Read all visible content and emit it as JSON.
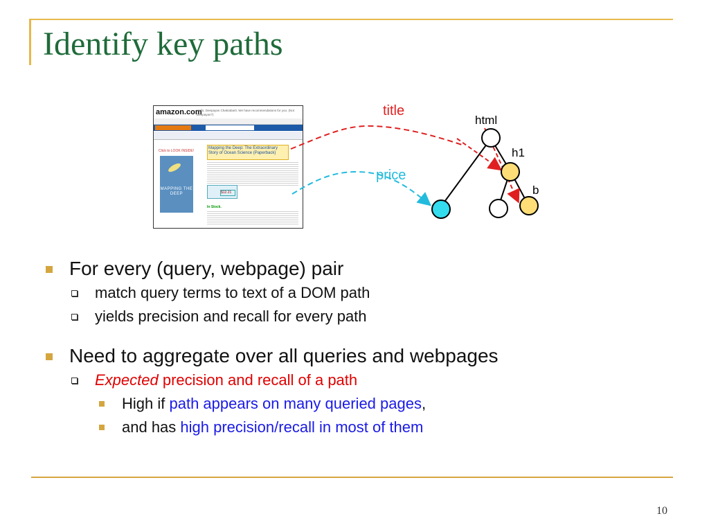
{
  "slide": {
    "title": "Identify key paths",
    "page_number": "10"
  },
  "thumbnail": {
    "logo": "amazon.com",
    "header_text": "Hello, Deepayan Chakrabarti. We have recommendations for you. (Not Deepayan?)",
    "book_title": "Mapping the Deep: The Extraordinary Story of Ocean Science (Paperback)",
    "cover_text": "MAPPING THE DEEP",
    "look_inside": "Click to LOOK INSIDE!",
    "price": "$12.21",
    "in_stock": "In Stock."
  },
  "diagram": {
    "labels": {
      "title": "title",
      "price": "price",
      "html": "html",
      "h1": "h1",
      "b": "b"
    },
    "colors": {
      "title_arrow": "#e02020",
      "price_arrow": "#22bbdd",
      "node_default": "#ffffff",
      "node_price": "#33ddee",
      "node_title": "#ffdd77"
    }
  },
  "bullets": {
    "b1": "For every (query, webpage) pair",
    "b1_1": "match query terms to text of a DOM path",
    "b1_2": "yields precision and recall for every path",
    "b2": "Need to aggregate over all queries and webpages",
    "b2_1_em": "Expected",
    "b2_1_rest": " precision and recall of a path",
    "b2_1_1_pre": "High if ",
    "b2_1_1_hl": "path appears on many queried pages",
    "b2_1_1_post": ",",
    "b2_1_2_pre": "and has ",
    "b2_1_2_hl": "high precision/recall in most of them"
  }
}
